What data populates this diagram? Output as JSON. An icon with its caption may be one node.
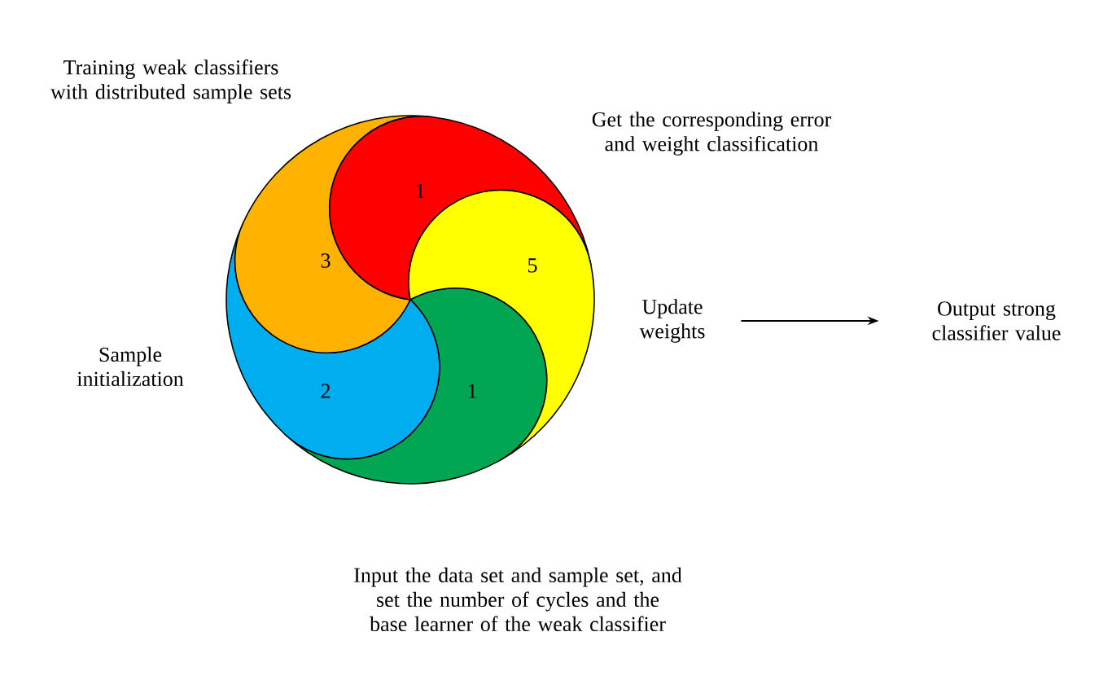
{
  "diagram": {
    "nodes": [
      {
        "text": [
          "1"
        ],
        "beside": [
          "Input the data set and sample set, and set the number of cycles and the base learner of the weak classifier"
        ]
      },
      {
        "text": [
          "2"
        ],
        "beside": [
          "Sample initialization"
        ]
      },
      {
        "text": [
          "3"
        ],
        "beside": [
          "Training weak classifiers with distributed sample sets"
        ]
      },
      {
        "text": [
          "1"
        ],
        "beside": [
          "Get the corresponding error and weight classification"
        ]
      },
      {
        "text": [
          "5"
        ]
      },
      {
        "text": [
          "Update weights"
        ]
      },
      {
        "text": [
          "Output strong classifier value"
        ]
      }
    ],
    "edges": [
      {
        "from": 5,
        "to": 6,
        "arrow": "to"
      }
    ]
  }
}
